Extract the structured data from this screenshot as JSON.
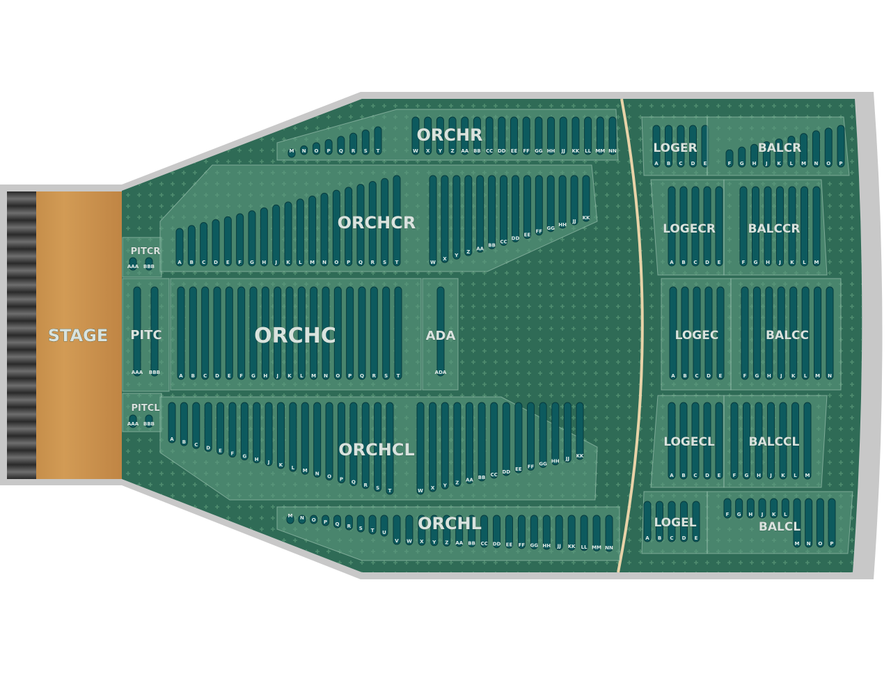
{
  "stage": {
    "label": "STAGE"
  },
  "colors": {
    "stage": "#c8924a",
    "floor": "#2f6b56",
    "border": "#c8c8c8",
    "seat_row": "#0d5a5e",
    "divider": "#e8d3a8"
  },
  "sections": [
    {
      "id": "PITCR",
      "label": "PITCR",
      "groups": [
        [
          "AAA",
          "BBB"
        ]
      ]
    },
    {
      "id": "PITC",
      "label": "PITC",
      "groups": [
        [
          "AAA",
          "BBB"
        ]
      ]
    },
    {
      "id": "PITCL",
      "label": "PITCL",
      "groups": [
        [
          "AAA",
          "BBB"
        ]
      ]
    },
    {
      "id": "ORCHR",
      "label": "ORCHR",
      "groups": [
        [
          "M",
          "N",
          "O",
          "P",
          "Q",
          "R",
          "S",
          "T"
        ],
        [
          "W",
          "X",
          "Y",
          "Z",
          "AA",
          "BB",
          "CC",
          "DD",
          "EE",
          "FF",
          "GG",
          "HH",
          "JJ",
          "KK",
          "LL",
          "MM",
          "NN"
        ]
      ]
    },
    {
      "id": "ORCHCR",
      "label": "ORCHCR",
      "groups": [
        [
          "A",
          "B",
          "C",
          "D",
          "E",
          "F",
          "G",
          "H",
          "J",
          "K",
          "L",
          "M",
          "N",
          "O",
          "P",
          "Q",
          "R",
          "S",
          "T"
        ],
        [
          "W",
          "X",
          "Y",
          "Z",
          "AA",
          "BB",
          "CC",
          "DD",
          "EE",
          "FF",
          "GG",
          "HH",
          "JJ",
          "KK"
        ]
      ]
    },
    {
      "id": "ORCHC",
      "label": "ORCHC",
      "groups": [
        [
          "A",
          "B",
          "C",
          "D",
          "E",
          "F",
          "G",
          "H",
          "J",
          "K",
          "L",
          "M",
          "N",
          "O",
          "P",
          "Q",
          "R",
          "S",
          "T"
        ]
      ]
    },
    {
      "id": "ADA",
      "label": "ADA",
      "groups": [
        [
          "ADA"
        ]
      ]
    },
    {
      "id": "ORCHCL",
      "label": "ORCHCL",
      "groups": [
        [
          "A",
          "B",
          "C",
          "D",
          "E",
          "F",
          "G",
          "H",
          "J",
          "K",
          "L",
          "M",
          "N",
          "O",
          "P",
          "Q",
          "R",
          "S",
          "T"
        ],
        [
          "W",
          "X",
          "Y",
          "Z",
          "AA",
          "BB",
          "CC",
          "DD",
          "EE",
          "FF",
          "GG",
          "HH",
          "JJ",
          "KK"
        ]
      ]
    },
    {
      "id": "ORCHL",
      "label": "ORCHL",
      "groups": [
        [
          "M",
          "N",
          "O",
          "P",
          "Q",
          "R",
          "S",
          "T",
          "U"
        ],
        [
          "V",
          "W",
          "X",
          "Y",
          "Z",
          "AA",
          "BB",
          "CC",
          "DD",
          "EE",
          "FF",
          "GG",
          "HH",
          "JJ",
          "KK",
          "LL",
          "MM",
          "NN"
        ]
      ]
    },
    {
      "id": "LOGER",
      "label": "LOGER",
      "groups": [
        [
          "A",
          "B",
          "C",
          "D",
          "E"
        ]
      ]
    },
    {
      "id": "BALCR",
      "label": "BALCR",
      "groups": [
        [
          "F",
          "G",
          "H",
          "J",
          "K",
          "L",
          "M",
          "N",
          "O",
          "P"
        ]
      ]
    },
    {
      "id": "LOGECR",
      "label": "LOGECR",
      "groups": [
        [
          "A",
          "B",
          "C",
          "D",
          "E"
        ]
      ]
    },
    {
      "id": "BALCCR",
      "label": "BALCCR",
      "groups": [
        [
          "F",
          "G",
          "H",
          "J",
          "K",
          "L",
          "M"
        ]
      ]
    },
    {
      "id": "LOGEC",
      "label": "LOGEC",
      "groups": [
        [
          "A",
          "B",
          "C",
          "D",
          "E"
        ]
      ]
    },
    {
      "id": "BALCC",
      "label": "BALCC",
      "groups": [
        [
          "F",
          "G",
          "H",
          "J",
          "K",
          "L",
          "M",
          "N"
        ]
      ]
    },
    {
      "id": "LOGECL",
      "label": "LOGECL",
      "groups": [
        [
          "A",
          "B",
          "C",
          "D",
          "E"
        ]
      ]
    },
    {
      "id": "BALCCL",
      "label": "BALCCL",
      "groups": [
        [
          "F",
          "G",
          "H",
          "J",
          "K",
          "L",
          "M"
        ]
      ]
    },
    {
      "id": "LOGEL",
      "label": "LOGEL",
      "groups": [
        [
          "A",
          "B",
          "C",
          "D",
          "E"
        ]
      ]
    },
    {
      "id": "BALCL",
      "label": "BALCL",
      "groups": [
        [
          "F",
          "G",
          "H",
          "J",
          "K",
          "L",
          "M",
          "N",
          "O",
          "P"
        ]
      ]
    }
  ]
}
